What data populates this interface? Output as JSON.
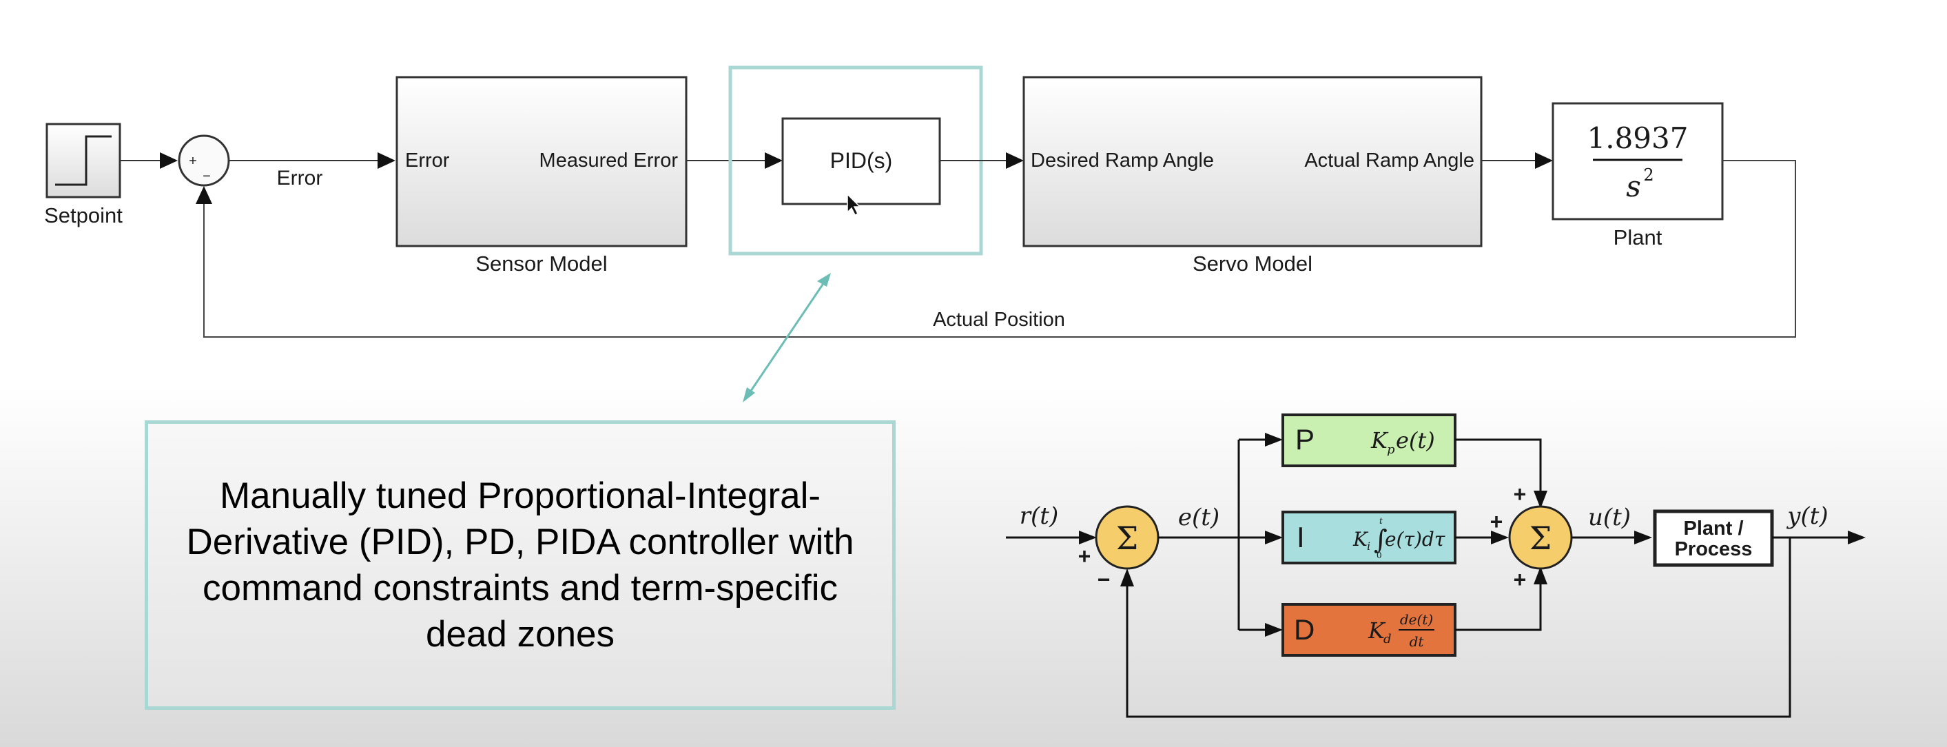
{
  "top_diagram": {
    "setpoint_label": "Setpoint",
    "sum_plus": "+",
    "sum_minus": "−",
    "error_signal_label": "Error",
    "sensor_model": {
      "input_port": "Error",
      "output_port": "Measured Error",
      "name": "Sensor Model"
    },
    "pid_block_label": "PID(s)",
    "servo_model": {
      "input_port": "Desired Ramp Angle",
      "output_port": "Actual Ramp Angle",
      "name": "Servo Model"
    },
    "plant": {
      "numerator": "1.8937",
      "denominator": "s",
      "exponent": "2",
      "name": "Plant"
    },
    "feedback_label": "Actual Position"
  },
  "description": "Manually tuned Proportional-Integral-Derivative (PID), PD, PIDA controller with command constraints and term-specific dead zones",
  "pid_diagram": {
    "input_signal": "r(t)",
    "error_signal": "e(t)",
    "control_signal": "u(t)",
    "output_signal": "y(t)",
    "sum_symbol": "Σ",
    "plus": "+",
    "minus": "−",
    "p_term": {
      "letter": "P",
      "expr_main": "K",
      "expr_sub": "p",
      "expr_tail": "e(t)"
    },
    "i_term": {
      "letter": "I",
      "expr_main": "K",
      "expr_sub": "i",
      "expr_integral": "∫",
      "expr_tail": "e(τ)dτ",
      "lower": "0",
      "upper": "t"
    },
    "d_term": {
      "letter": "D",
      "expr_main": "K",
      "expr_sub": "d",
      "frac_num": "de(t)",
      "frac_den": "dt"
    },
    "plant_line1": "Plant /",
    "plant_line2": "Process"
  },
  "colors": {
    "p_fill": "#c9f0b0",
    "i_fill": "#a8dede",
    "d_fill": "#e3743d",
    "sum_fill": "#f5cd6a",
    "highlight": "#a9d7d3"
  }
}
